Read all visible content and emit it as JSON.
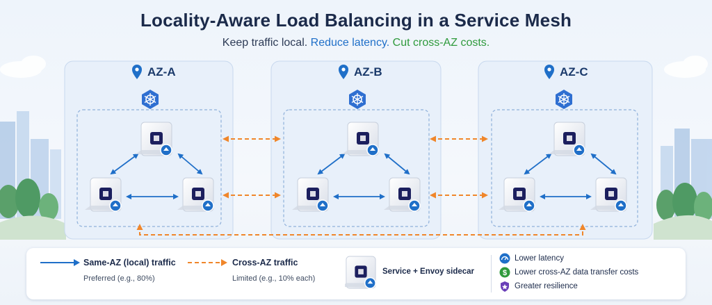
{
  "title": "Locality-Aware Load Balancing in a Service Mesh",
  "subtitle": {
    "part1": "Keep traffic local.",
    "part2": "Reduce latency.",
    "part3": "Cut cross-AZ costs."
  },
  "zones": [
    {
      "label": "AZ-A"
    },
    {
      "label": "AZ-B"
    },
    {
      "label": "AZ-C"
    }
  ],
  "legend": {
    "same_az_label": "Same-AZ (local) traffic",
    "same_az_sub": "Preferred (e.g., 80%)",
    "cross_az_label": "Cross-AZ traffic",
    "cross_az_sub": "Limited (e.g., 10% each)",
    "service_label": "Service + Envoy sidecar",
    "benefits": [
      "Lower latency",
      "Lower cross-AZ data transfer costs",
      "Greater resilience"
    ]
  },
  "colors": {
    "title": "#1b2a4a",
    "blue_accent": "#1f6fc8",
    "green_accent": "#2f9a3c",
    "local_arrow": "#1f6fc8",
    "cross_arrow": "#f0862a",
    "zone_fill": "#e8f0fa",
    "node_dark": "#1c1f5e"
  }
}
